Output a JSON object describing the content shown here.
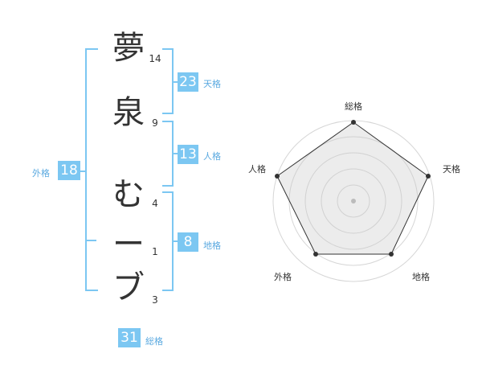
{
  "colors": {
    "accent": "#7cc7f2",
    "label": "#5aa9e0",
    "text": "#333333"
  },
  "name": {
    "chars": [
      {
        "char": "夢",
        "strokes": "14"
      },
      {
        "char": "泉",
        "strokes": "9"
      },
      {
        "char": "む",
        "strokes": "4"
      },
      {
        "char": "ー",
        "strokes": "1"
      },
      {
        "char": "ブ",
        "strokes": "3"
      }
    ]
  },
  "kakusu": {
    "tenkaku": {
      "value": "23",
      "label": "天格"
    },
    "jinkaku": {
      "value": "13",
      "label": "人格"
    },
    "chikaku": {
      "value": "8",
      "label": "地格"
    },
    "gaikaku": {
      "value": "18",
      "label": "外格"
    },
    "soukaku": {
      "value": "31",
      "label": "総格"
    }
  },
  "radar": {
    "labels": {
      "top": "総格",
      "right": "天格",
      "bottom_right": "地格",
      "bottom_left": "外格",
      "left": "人格"
    }
  }
}
